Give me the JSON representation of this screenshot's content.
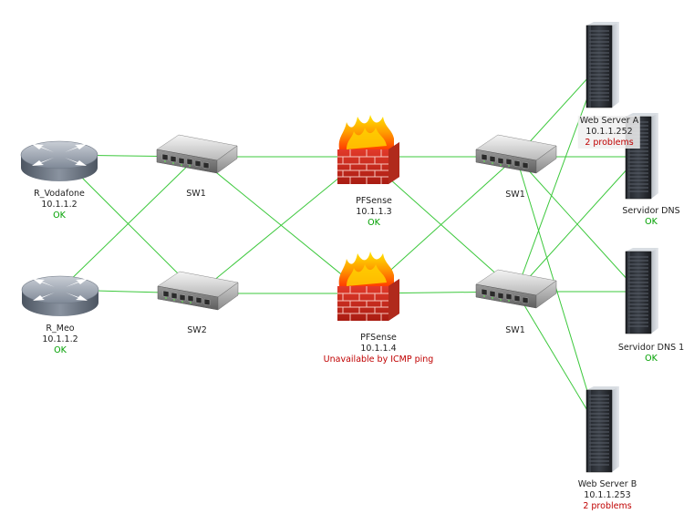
{
  "colors": {
    "link": "#3cc83c",
    "ok": "#00a000",
    "problem": "#c00000"
  },
  "nodes": {
    "r_vodafone": {
      "icon": "router-icon",
      "name": "R_Vodafone",
      "ip": "10.1.1.2",
      "status": "OK"
    },
    "r_meo": {
      "icon": "router-icon",
      "name": "R_Meo",
      "ip": "10.1.1.2",
      "status": "OK"
    },
    "sw1_left": {
      "icon": "switch-icon",
      "name": "SW1"
    },
    "sw2_left": {
      "icon": "switch-icon",
      "name": "SW2"
    },
    "pfsense_a": {
      "icon": "firewall-icon",
      "name": "PFSense",
      "ip": "10.1.1.3",
      "status": "OK"
    },
    "pfsense_b": {
      "icon": "firewall-icon",
      "name": "PFSense",
      "ip": "10.1.1.4",
      "status": "Unavailable by ICMP ping"
    },
    "sw1_right_top": {
      "icon": "switch-icon",
      "name": "SW1"
    },
    "sw1_right_bottom": {
      "icon": "switch-icon",
      "name": "SW1"
    },
    "web_server_a": {
      "icon": "server-icon",
      "name": "Web Server A",
      "ip": "10.1.1.252",
      "status": "2 problems"
    },
    "servidor_dns": {
      "icon": "server-icon",
      "name": "Servidor DNS",
      "status": "OK"
    },
    "servidor_dns_1": {
      "icon": "server-icon",
      "name": "Servidor DNS 1",
      "status": "OK"
    },
    "web_server_b": {
      "icon": "server-icon",
      "name": "Web Server B",
      "ip": "10.1.1.253",
      "status": "2 problems"
    }
  },
  "links": [
    [
      "r_vodafone",
      "sw1_left"
    ],
    [
      "r_vodafone",
      "sw2_left"
    ],
    [
      "r_meo",
      "sw1_left"
    ],
    [
      "r_meo",
      "sw2_left"
    ],
    [
      "sw1_left",
      "pfsense_a"
    ],
    [
      "sw1_left",
      "pfsense_b"
    ],
    [
      "sw2_left",
      "pfsense_a"
    ],
    [
      "sw2_left",
      "pfsense_b"
    ],
    [
      "pfsense_a",
      "sw1_right_top"
    ],
    [
      "pfsense_a",
      "sw1_right_bottom"
    ],
    [
      "pfsense_b",
      "sw1_right_top"
    ],
    [
      "pfsense_b",
      "sw1_right_bottom"
    ],
    [
      "sw1_right_top",
      "web_server_a"
    ],
    [
      "sw1_right_top",
      "servidor_dns"
    ],
    [
      "sw1_right_top",
      "servidor_dns_1"
    ],
    [
      "sw1_right_top",
      "web_server_b"
    ],
    [
      "sw1_right_bottom",
      "web_server_a"
    ],
    [
      "sw1_right_bottom",
      "servidor_dns"
    ],
    [
      "sw1_right_bottom",
      "servidor_dns_1"
    ],
    [
      "sw1_right_bottom",
      "web_server_b"
    ]
  ]
}
